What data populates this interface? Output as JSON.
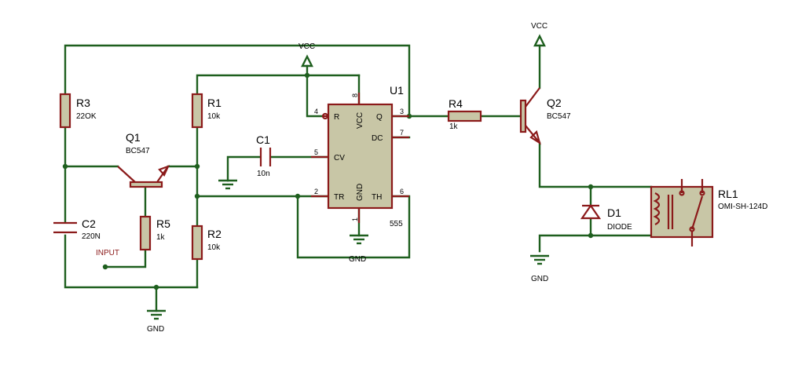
{
  "colors": {
    "wire": "#1e5f1e",
    "component": "#8b1a1a",
    "body_fill": "#c8c6a6"
  },
  "labels": {
    "vcc_top": "VCC",
    "vcc_right": "VCC",
    "gnd_left": "GND",
    "gnd_mid": "GND",
    "gnd_right": "GND",
    "input": "INPUT"
  },
  "components": {
    "R1": {
      "name": "R1",
      "value": "10k"
    },
    "R2": {
      "name": "R2",
      "value": "10k"
    },
    "R3": {
      "name": "R3",
      "value": "22OK"
    },
    "R4": {
      "name": "R4",
      "value": "1k"
    },
    "R5": {
      "name": "R5",
      "value": "1k"
    },
    "C1": {
      "name": "C1",
      "value": "10n"
    },
    "C2": {
      "name": "C2",
      "value": "220N"
    },
    "Q1": {
      "name": "Q1",
      "value": "BC547"
    },
    "Q2": {
      "name": "Q2",
      "value": "BC547"
    },
    "D1": {
      "name": "D1",
      "value": "DIODE"
    },
    "RL1": {
      "name": "RL1",
      "value": "OMI-SH-124D"
    },
    "U1": {
      "name": "U1",
      "value": "555"
    }
  },
  "ic_pins": {
    "R": "R",
    "VCC": "VCC",
    "Q": "Q",
    "DC": "DC",
    "CV": "CV",
    "TR": "TR",
    "GND": "GND",
    "TH": "TH",
    "n4": "4",
    "n8": "8",
    "n3": "3",
    "n7": "7",
    "n5": "5",
    "n2": "2",
    "n1": "1",
    "n6": "6"
  }
}
